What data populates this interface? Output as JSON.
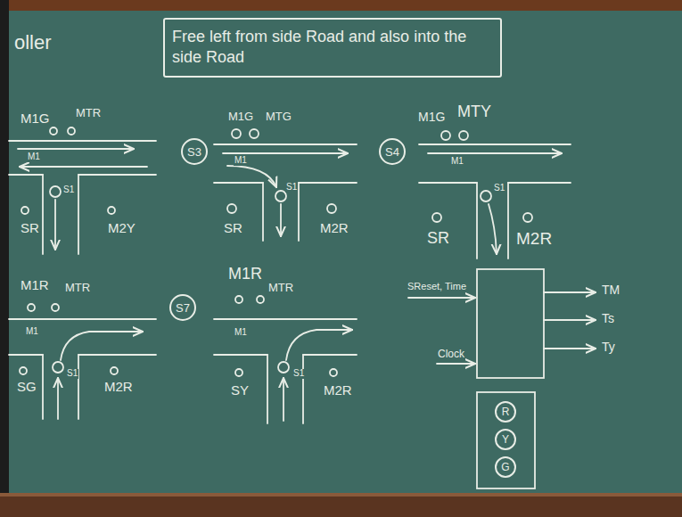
{
  "diagram": {
    "title": "oller",
    "nodes": [
      {
        "text": [
          "Free left from side Road and also into the side Road"
        ]
      },
      {
        "text": [
          "S3"
        ]
      },
      {
        "text": [
          "S4"
        ]
      },
      {
        "text": [
          "S7"
        ]
      },
      {
        "text": [
          "R"
        ]
      },
      {
        "text": [
          "Y"
        ]
      },
      {
        "text": [
          "G"
        ]
      }
    ],
    "labels": [
      "M1G",
      "MTR",
      "M1",
      "S1",
      "SR",
      "M2Y",
      "M1G",
      "MTG",
      "M1",
      "S1",
      "SR",
      "M2R",
      "M1G",
      "MTY",
      "M1",
      "S1",
      "SR",
      "M2R",
      "M1R",
      "MTR",
      "M1",
      "S1",
      "SG",
      "M2R",
      "M1R",
      "MTR",
      "M1",
      "S1",
      "SY",
      "M2R",
      "SReset, Time",
      "Clock",
      "TM",
      "Ts",
      "Ty"
    ]
  }
}
